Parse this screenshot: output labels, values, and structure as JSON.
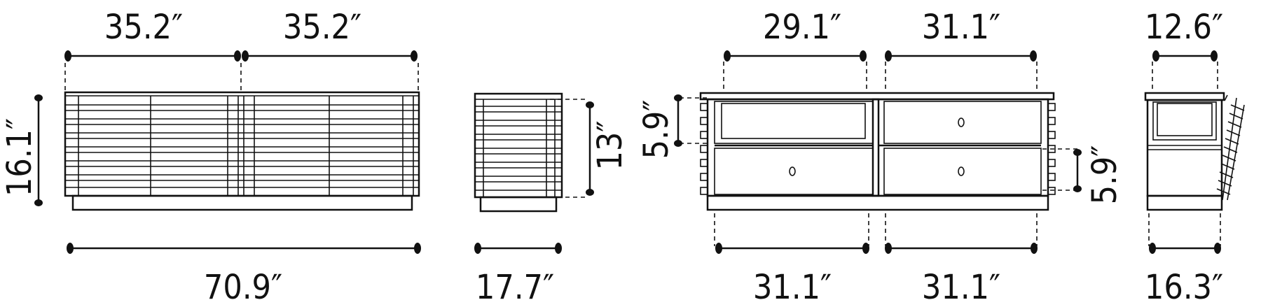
{
  "front_view": {
    "width_left": "35.2″",
    "width_right": "35.2″",
    "height": "16.1″",
    "total_width": "70.9″"
  },
  "side_view": {
    "height": "13″",
    "depth": "17.7″"
  },
  "open_view": {
    "top_left": "29.1″",
    "top_right": "31.1″",
    "opening_height_left": "5.9″",
    "drawer_height_right": "5.9″",
    "bottom_left": "31.1″",
    "bottom_right": "31.1″"
  },
  "end_view": {
    "top": "12.6″",
    "bottom": "16.3″"
  }
}
